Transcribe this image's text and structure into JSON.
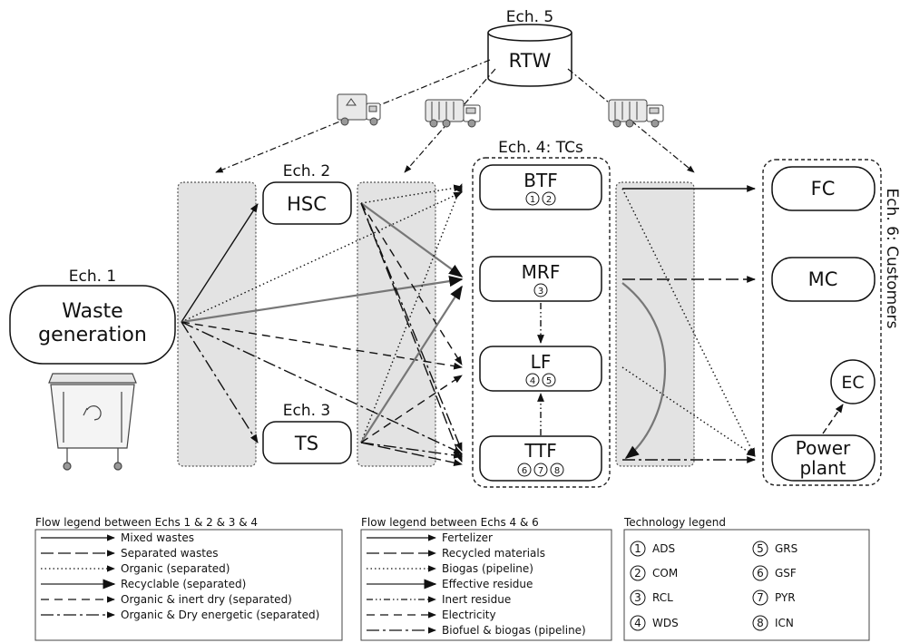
{
  "echelons": {
    "ech1": "Ech. 1",
    "ech2": "Ech. 2",
    "ech3": "Ech. 3",
    "ech4": "Ech. 4: TCs",
    "ech5": "Ech. 5",
    "ech6": "Ech. 6: Customers"
  },
  "nodes": {
    "waste_generation": [
      "Waste",
      "generation"
    ],
    "hsc": "HSC",
    "ts": "TS",
    "rtw": "RTW",
    "btf": "BTF",
    "mrf": "MRF",
    "lf": "LF",
    "ttf": "TTF",
    "fc": "FC",
    "mc": "MC",
    "ec": "EC",
    "power_plant": [
      "Power",
      "plant"
    ]
  },
  "facility_techs": {
    "btf": [
      "1",
      "2"
    ],
    "mrf": [
      "3"
    ],
    "lf": [
      "4",
      "5"
    ],
    "ttf": [
      "6",
      "7",
      "8"
    ]
  },
  "legend_1": {
    "title": "Flow legend between Echs 1 & 2 & 3 & 4",
    "items": [
      {
        "label": "Mixed wastes",
        "style": "solid"
      },
      {
        "label": "Separated wastes",
        "style": "longdash"
      },
      {
        "label": "Organic (separated)",
        "style": "dotted"
      },
      {
        "label": "Recyclable (separated)",
        "style": "fine"
      },
      {
        "label": "Organic & inert dry (separated)",
        "style": "dashed"
      },
      {
        "label": "Organic & Dry energetic (separated)",
        "style": "dashdot"
      }
    ]
  },
  "legend_2": {
    "title": "Flow legend between Echs 4 & 6",
    "items": [
      {
        "label": "Fertelizer",
        "style": "solid"
      },
      {
        "label": "Recycled materials",
        "style": "longdash"
      },
      {
        "label": "Biogas (pipeline)",
        "style": "dotted"
      },
      {
        "label": "Effective residue",
        "style": "fine"
      },
      {
        "label": "Inert residue",
        "style": "dashdotdot"
      },
      {
        "label": "Electricity",
        "style": "dashed"
      },
      {
        "label": "Biofuel & biogas (pipeline)",
        "style": "dashdot"
      }
    ]
  },
  "tech_legend": {
    "title": "Technology legend",
    "items": [
      {
        "num": "1",
        "code": "ADS"
      },
      {
        "num": "2",
        "code": "COM"
      },
      {
        "num": "3",
        "code": "RCL"
      },
      {
        "num": "4",
        "code": "WDS"
      },
      {
        "num": "5",
        "code": "GRS"
      },
      {
        "num": "6",
        "code": "GSF"
      },
      {
        "num": "7",
        "code": "PYR"
      },
      {
        "num": "8",
        "code": "ICN"
      }
    ]
  },
  "icons": {
    "bin": "waste-bin-recycle-icon",
    "truck_small": "recycling-truck-icon",
    "truck": "garbage-truck-icon"
  }
}
